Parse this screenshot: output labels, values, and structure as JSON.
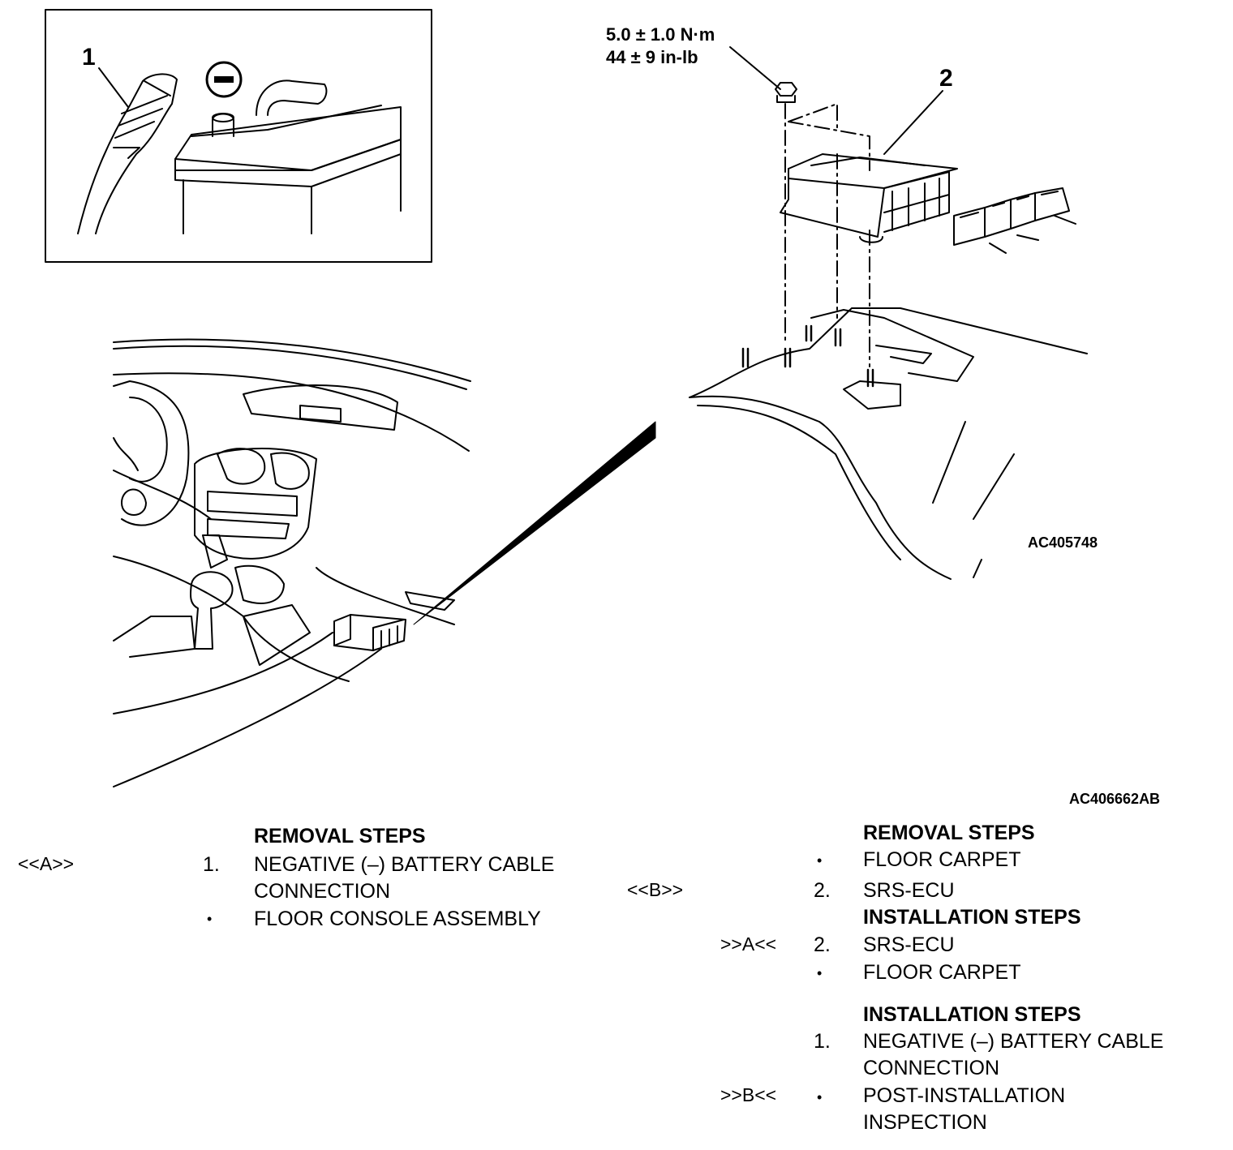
{
  "callouts": {
    "battery_cable": "1",
    "srs_ecu": "2"
  },
  "torque": {
    "metric": "5.0 ± 1.0 N·m",
    "imperial": "44 ± 9 in-lb"
  },
  "figure_ids": {
    "detail": "AC405748",
    "overall": "AC406662AB"
  },
  "left_column": {
    "heading": "REMOVAL STEPS",
    "steps": [
      {
        "mark": "<<A>>",
        "num": "1.",
        "line1": "NEGATIVE (–) BATTERY CABLE",
        "line2": "CONNECTION"
      },
      {
        "mark": "",
        "num": "•",
        "line1": "FLOOR CONSOLE ASSEMBLY"
      }
    ]
  },
  "right_column": {
    "heading_removal": "REMOVAL STEPS",
    "removal": [
      {
        "mark": "",
        "num": "•",
        "text": "FLOOR CARPET"
      },
      {
        "mark": "<<B>>",
        "num": "2.",
        "text": "SRS-ECU"
      }
    ],
    "heading_install_1": "INSTALLATION STEPS",
    "install_1": [
      {
        "mark": ">>A<<",
        "num": "2.",
        "text": "SRS-ECU"
      },
      {
        "mark": "",
        "num": "•",
        "text": "FLOOR CARPET"
      }
    ],
    "heading_install_2": "INSTALLATION STEPS",
    "install_2": [
      {
        "mark": "",
        "num": "1.",
        "line1": "NEGATIVE (–) BATTERY CABLE",
        "line2": "CONNECTION"
      },
      {
        "mark": ">>B<<",
        "num": "•",
        "line1": "POST-INSTALLATION",
        "line2": "INSPECTION"
      }
    ]
  }
}
